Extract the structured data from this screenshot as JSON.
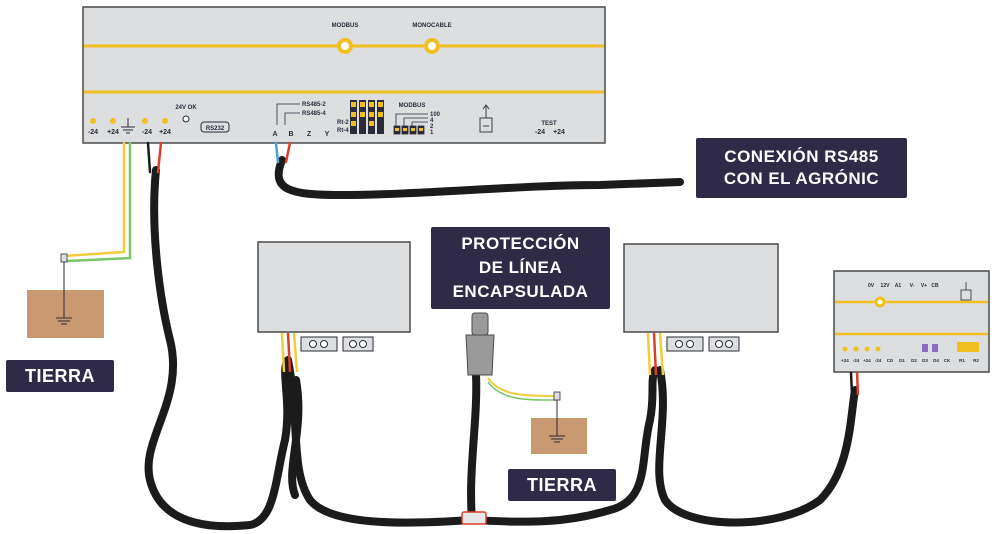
{
  "colors": {
    "panel": "#dcdee0",
    "panel_border": "#4a4a4a",
    "yellow_line": "#f0c020",
    "cable": "#1b1b1b",
    "callout_bg": "#2e2a48",
    "soil": "#c99a72",
    "wire_red": "#d8402a",
    "wire_blue": "#4aa0d8",
    "wire_green": "#7cc46a",
    "wire_yellow": "#f2cc3a"
  },
  "main_unit": {
    "modbus_port_label": "MODBUS",
    "monocable_port_label": "MONOCABLE",
    "power_terminals": [
      "-24",
      "+24",
      "-24",
      "+24"
    ],
    "led_label": "24V OK",
    "rs232_label": "RS232",
    "rs485_2_label": "RS485-2",
    "rs485_4_label": "RS485-4",
    "rt2_label": "Rt-2",
    "rt4_label": "Rt-4",
    "bus_terminals": [
      "A",
      "B",
      "Z",
      "Y"
    ],
    "modbus_switch_label": "MODBUS",
    "modbus_switch_values": [
      "100",
      "4",
      "2",
      "1"
    ],
    "test_label": "TEST",
    "test_terminals": [
      "-24",
      "+24"
    ]
  },
  "remote_unit": {
    "top_labels": [
      "0V",
      "12V",
      "A1",
      "V-",
      "V+",
      "CB"
    ],
    "bottom_labels": [
      "+24",
      "-24",
      "+24",
      "-24",
      "CD",
      "D1",
      "D2",
      "D3",
      "D4",
      "CK",
      "R1",
      "R2"
    ]
  },
  "callouts": {
    "rs485": [
      "CONEXIÓN RS485",
      "CON EL AGRÓNIC"
    ],
    "protection": [
      "PROTECCIÓN",
      "DE LÍNEA",
      "ENCAPSULADA"
    ],
    "ground_left": "TIERRA",
    "ground_center": "TIERRA"
  }
}
